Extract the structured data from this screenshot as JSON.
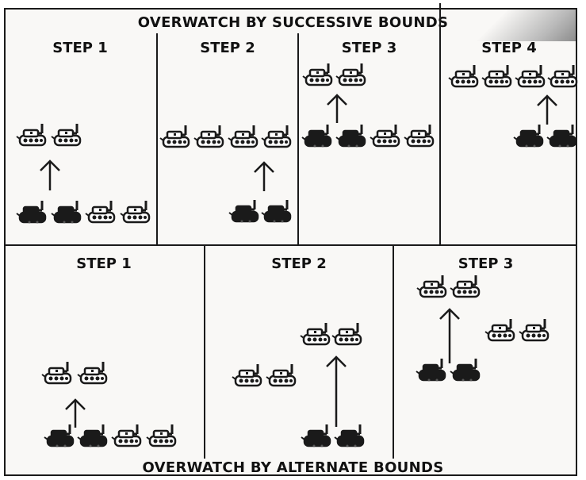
{
  "titles": {
    "top": "OVERWATCH BY SUCCESSIVE BOUNDS",
    "bottom": "OVERWATCH BY ALTERNATE BOUNDS"
  },
  "successive": {
    "step1": "STEP 1",
    "step2": "STEP 2",
    "step3": "STEP 3",
    "step4": "STEP 4"
  },
  "alternate": {
    "step1": "STEP 1",
    "step2": "STEP 2",
    "step3": "STEP 3"
  },
  "colors": {
    "ink": "#1a1a1a",
    "outline_fill": "#ffffff",
    "solid_fill": "#1a1a1a"
  },
  "icons": {
    "moving_vehicle": "vehicle-outline-icon",
    "overwatch_vehicle": "vehicle-solid-icon",
    "bound_direction": "arrow-up-icon"
  }
}
